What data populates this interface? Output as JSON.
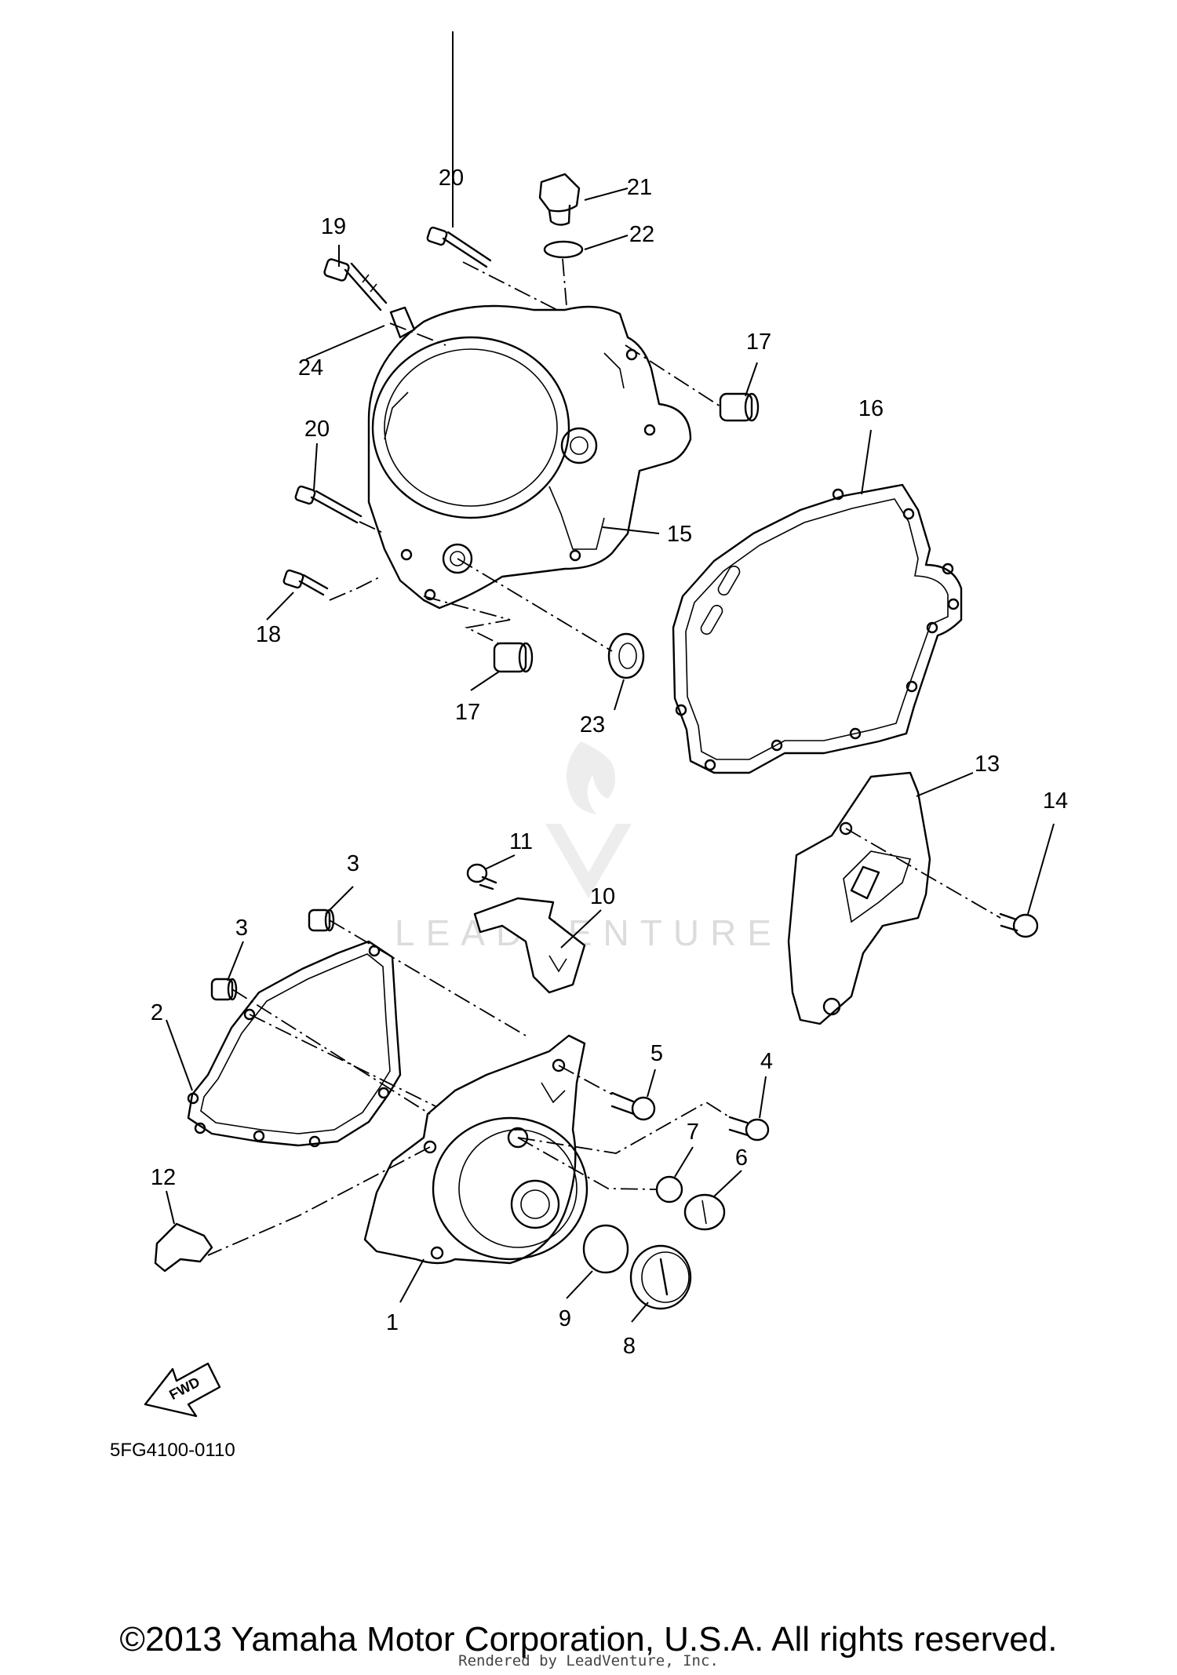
{
  "diagram": {
    "callouts": [
      "1",
      "2",
      "3",
      "3",
      "4",
      "5",
      "6",
      "7",
      "8",
      "9",
      "10",
      "11",
      "12",
      "13",
      "14",
      "15",
      "16",
      "17",
      "17",
      "18",
      "19",
      "20",
      "20",
      "21",
      "22",
      "23",
      "24"
    ],
    "direction_label": "FWD",
    "diagram_code": "5FG4100-0110"
  },
  "watermark": {
    "text": "LEADVENTURE"
  },
  "footer": {
    "copyright": "©2013 Yamaha Motor Corporation, U.S.A. All rights reserved.",
    "rendered_by": "Rendered by LeadVenture, Inc."
  }
}
